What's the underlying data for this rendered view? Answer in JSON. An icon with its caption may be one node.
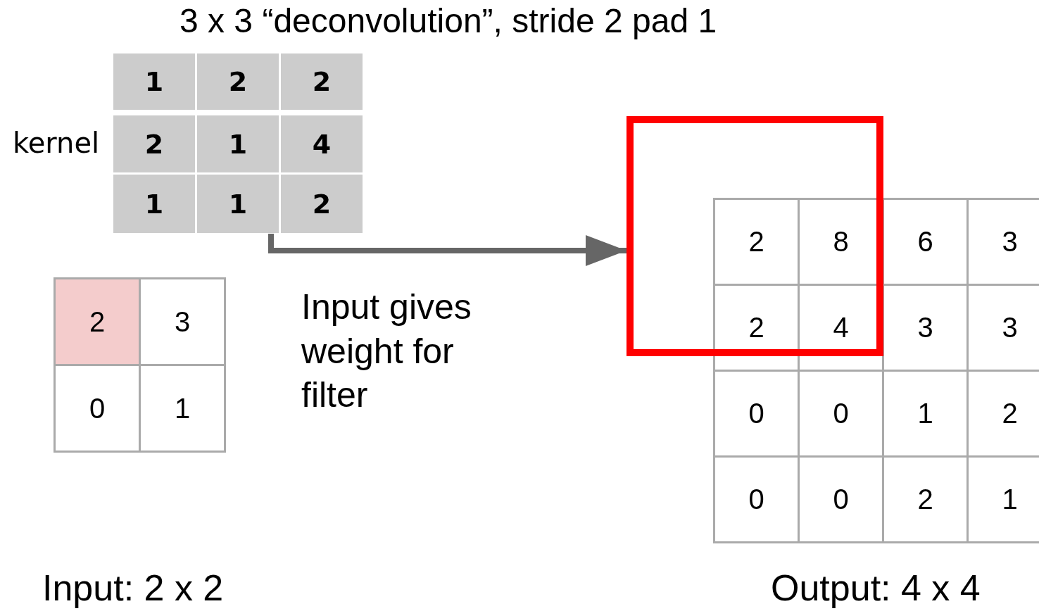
{
  "diagram": {
    "title": "3 x 3 “deconvolution”, stride 2 pad 1",
    "nodes": [
      {
        "text": [],
        "shape": "box"
      },
      {
        "text": [],
        "shape": "box"
      }
    ],
    "edges": [
      {
        "from": 0,
        "to": 1,
        "arrow": "to"
      }
    ],
    "labels": [
      "kernel",
      "1",
      "2",
      "2",
      "2",
      "1",
      "4",
      "1",
      "1",
      "2",
      "2",
      "3",
      "0",
      "1",
      "Input gives weight for filter",
      "2",
      "8",
      "6",
      "3",
      "2",
      "4",
      "3",
      "3",
      "0",
      "0",
      "1",
      "2",
      "0",
      "0",
      "2",
      "1",
      "Input: 2 x 2",
      "Output: 4 x 4"
    ]
  }
}
